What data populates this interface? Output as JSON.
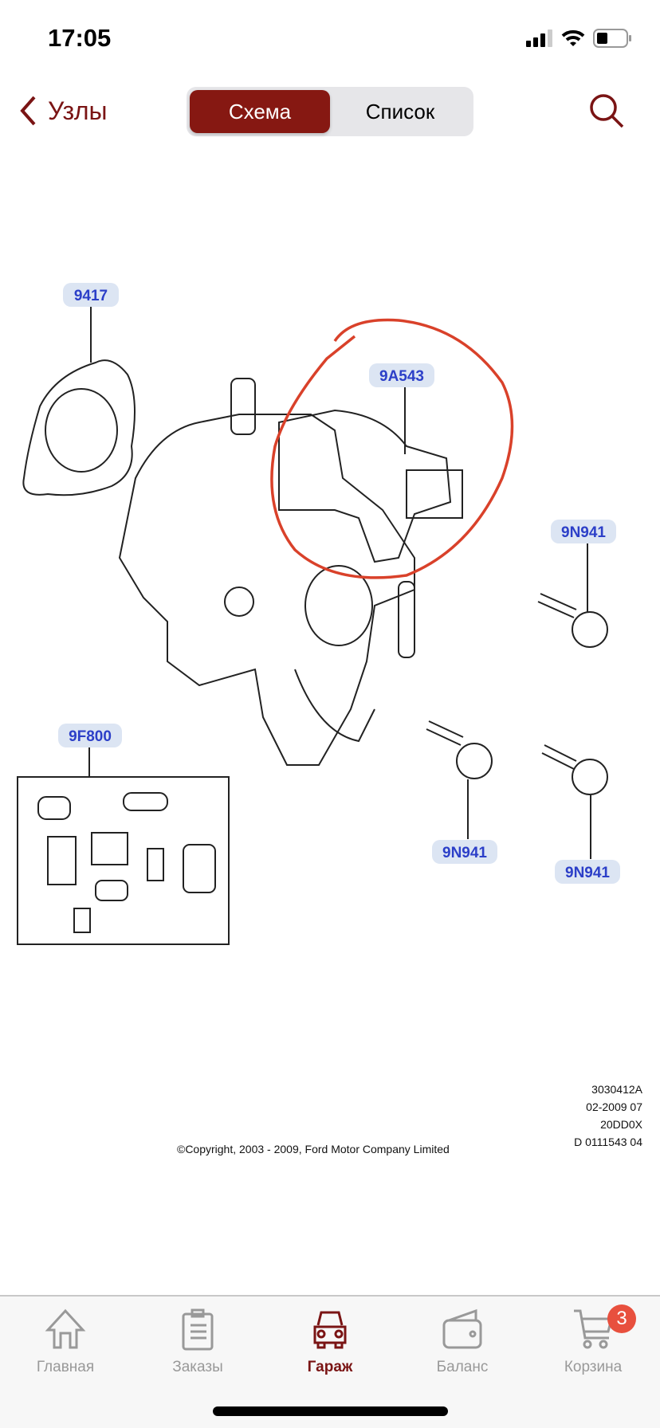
{
  "status_bar": {
    "time": "17:05"
  },
  "header": {
    "back_label": "Узлы",
    "segments": [
      "Схема",
      "Список"
    ],
    "active_segment": "Схема"
  },
  "diagram": {
    "callouts": [
      "9417",
      "9A543",
      "9N941",
      "9F800",
      "9N941",
      "9N941"
    ],
    "codes": [
      "3030412A",
      "02-2009 07",
      "20DD0X",
      "D 0111543 04"
    ],
    "copyright": "©Copyright, 2003 - 2009, Ford Motor Company Limited",
    "annotation_color": "#d9412a"
  },
  "tabbar": {
    "items": [
      {
        "label": "Главная",
        "icon": "home-icon"
      },
      {
        "label": "Заказы",
        "icon": "clipboard-icon"
      },
      {
        "label": "Гараж",
        "icon": "car-icon",
        "active": true
      },
      {
        "label": "Баланс",
        "icon": "wallet-icon"
      },
      {
        "label": "Корзина",
        "icon": "cart-icon",
        "badge": "3"
      }
    ]
  },
  "colors": {
    "accent": "#861812",
    "badge": "#e8503e",
    "callout_text": "#2c3fc8"
  }
}
